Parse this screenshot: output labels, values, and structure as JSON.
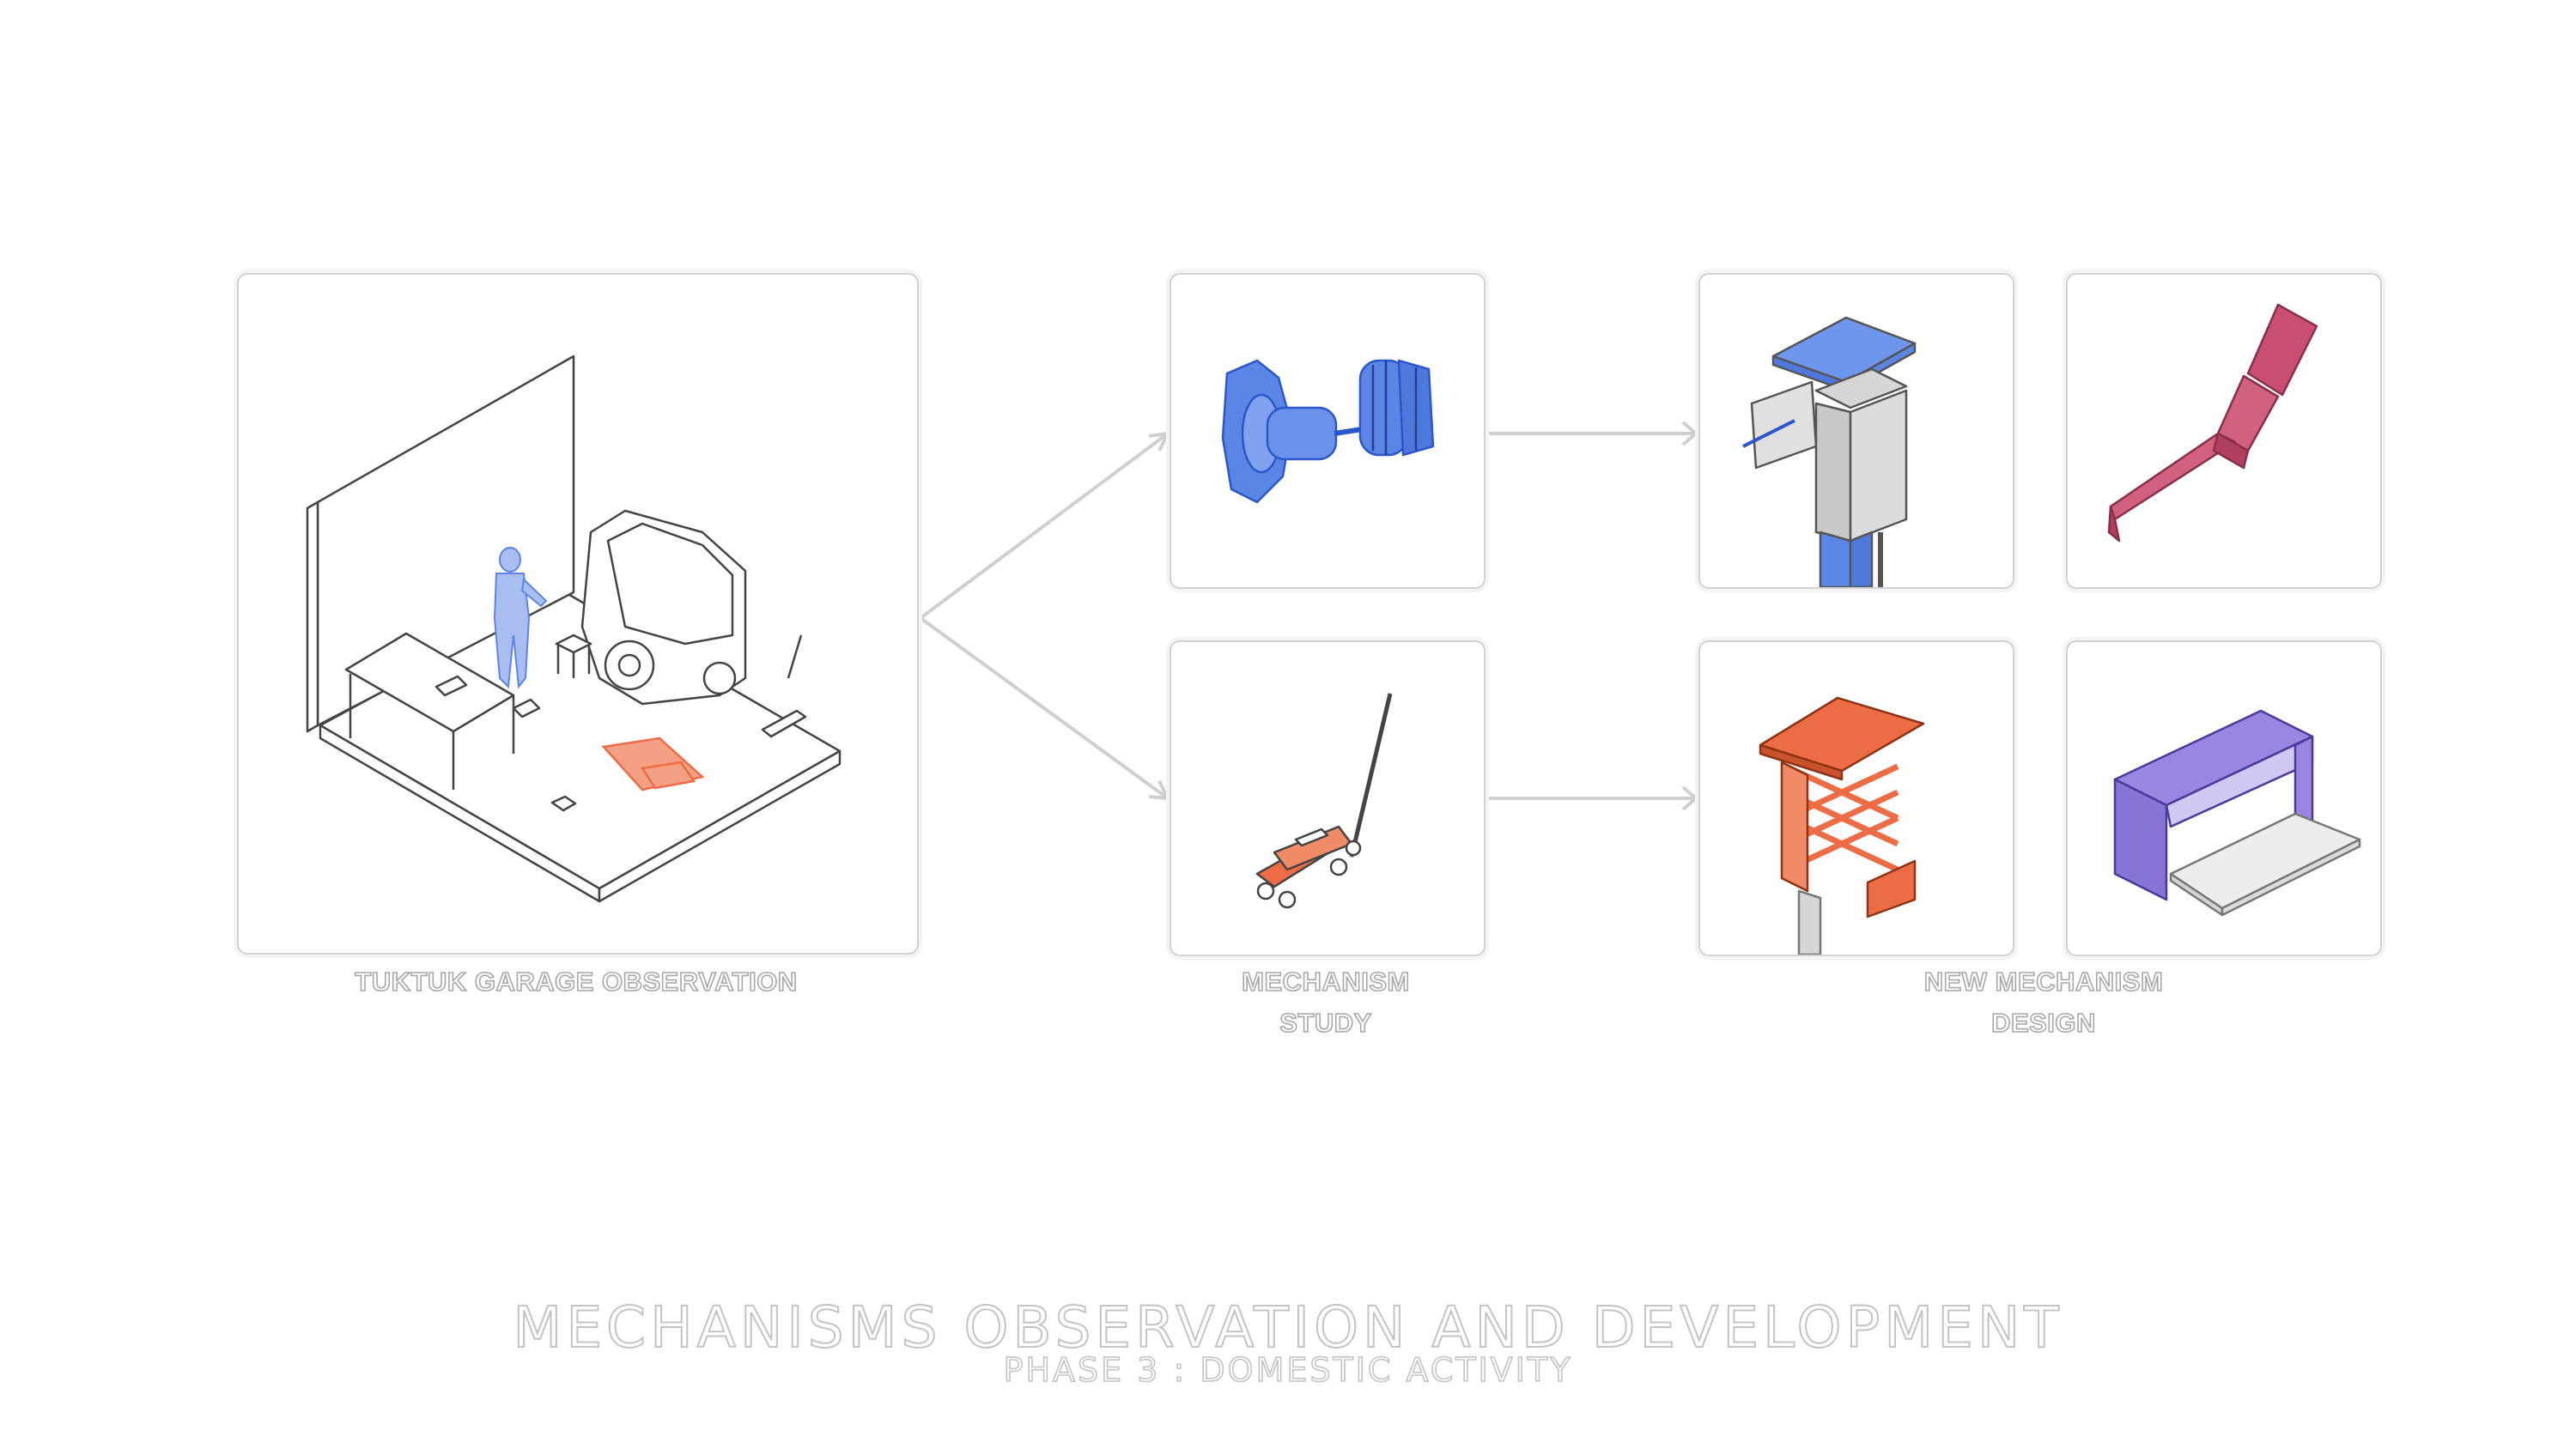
{
  "captions": {
    "garage": "TUKTUK GARAGE OBSERVATION",
    "study": "MECHANISM\nSTUDY",
    "design": "NEW MECHANISM\nDESIGN"
  },
  "footer": {
    "title": "MECHANISMS OBSERVATION AND DEVELOPMENT",
    "subtitle": "PHASE 3 : DOMESTIC ACTIVITY"
  },
  "colors": {
    "blue": "#5b86e6",
    "orange": "#ec6d45",
    "pink": "#c94f72",
    "purple": "#9a86e0",
    "gray": "#bdbdbd"
  },
  "icons": {
    "garage": "isometric-garage-scene-icon",
    "gear": "gear-shaft-mechanism-icon",
    "jack": "floor-jack-icon",
    "column": "column-mechanism-icon",
    "arm": "folding-arm-icon",
    "scissor": "scissor-lift-icon",
    "bench": "fold-out-bench-icon"
  }
}
